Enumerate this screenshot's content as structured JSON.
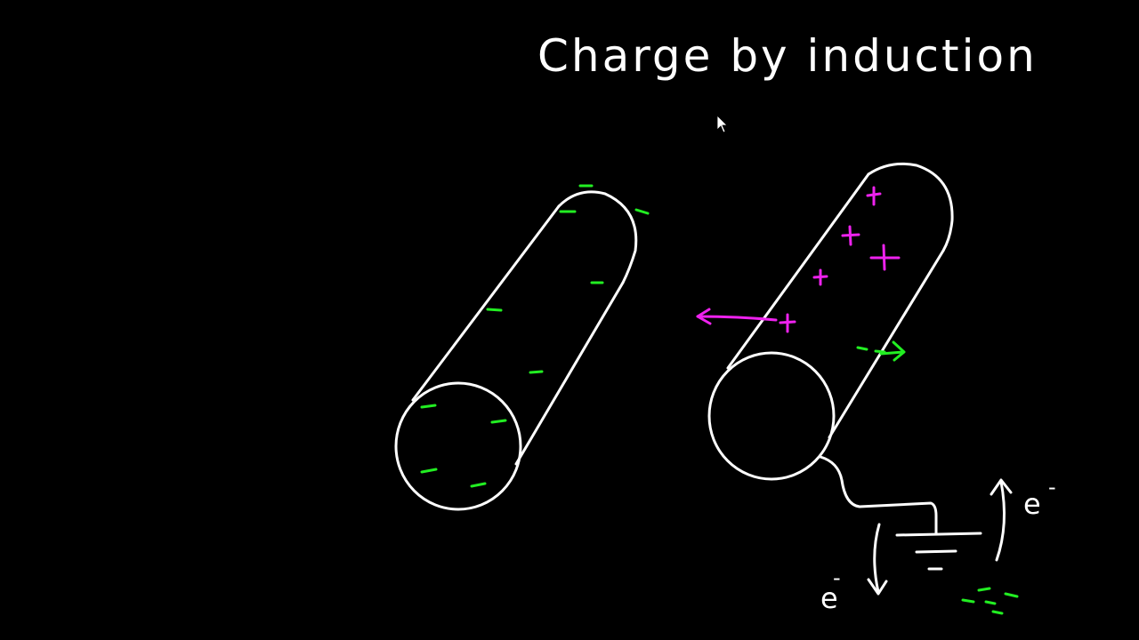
{
  "title": "Charge by induction",
  "labels": {
    "electron_up": "e",
    "electron_up_sup": "-",
    "electron_down": "e",
    "electron_down_sup": "-"
  },
  "charge_symbols": {
    "negative": "-",
    "positive": "+"
  },
  "colors": {
    "background": "#000000",
    "chalk": "#ffffff",
    "negative_charge": "#22ee22",
    "positive_charge": "#ee22ee"
  },
  "icons": {
    "cursor": "mouse-pointer-icon",
    "ground": "ground-symbol-icon"
  }
}
